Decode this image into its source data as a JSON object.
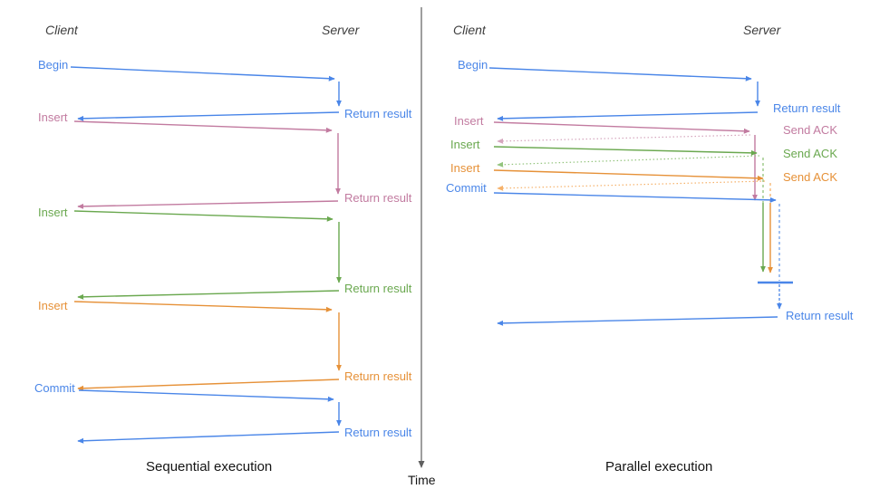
{
  "panels": {
    "sequential": {
      "title": "Sequential execution",
      "client_header": "Client",
      "server_header": "Server",
      "calls": [
        {
          "request": "Begin",
          "response": "Return result",
          "color": "#4a86e8"
        },
        {
          "request": "Insert",
          "response": "Return result",
          "color": "#c27ba0"
        },
        {
          "request": "Insert",
          "response": "Return result",
          "color": "#6aa84f"
        },
        {
          "request": "Insert",
          "response": "Return result",
          "color": "#e69138"
        },
        {
          "request": "Commit",
          "response": "Return result",
          "color": "#4a86e8"
        }
      ]
    },
    "parallel": {
      "title": "Parallel execution",
      "client_header": "Client",
      "server_header": "Server",
      "calls": [
        {
          "request": "Begin",
          "response": "Return result",
          "color": "#4a86e8"
        },
        {
          "request": "Insert",
          "response": "Send ACK",
          "color": "#c27ba0"
        },
        {
          "request": "Insert",
          "response": "Send ACK",
          "color": "#6aa84f"
        },
        {
          "request": "Insert",
          "response": "Send ACK",
          "color": "#e69138"
        },
        {
          "request": "Commit",
          "response": "Return result",
          "color": "#4a86e8"
        }
      ]
    }
  },
  "time_axis": {
    "label": "Time"
  },
  "colors": {
    "blue": "#4a86e8",
    "pink": "#c27ba0",
    "green": "#6aa84f",
    "orange": "#e69138",
    "blue_light": "#6d9eeb",
    "pink_light": "#d5a6bd",
    "green_light": "#93c47d",
    "orange_light": "#f6b26b",
    "axis_gray": "#5f5f5f"
  }
}
